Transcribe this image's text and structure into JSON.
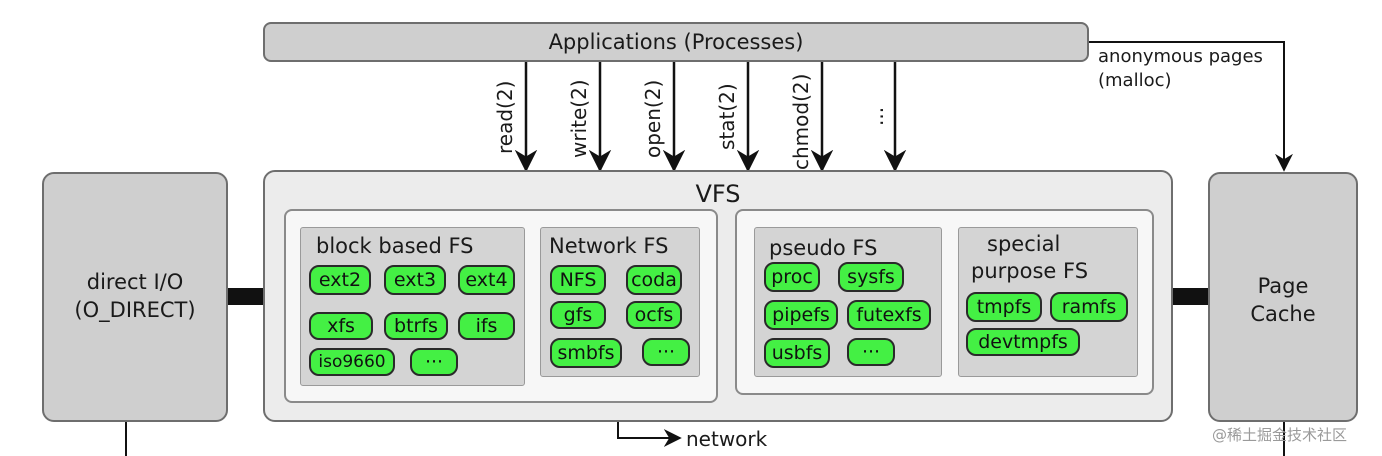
{
  "applications": {
    "label": "Applications (Processes)"
  },
  "anonymous_pages": {
    "line1": "anonymous pages",
    "line2": "(malloc)"
  },
  "syscalls": [
    "read(2)",
    "write(2)",
    "open(2)",
    "stat(2)",
    "chmod(2)",
    "..."
  ],
  "direct_io": {
    "line1": "direct I/O",
    "line2": "(O_DIRECT)"
  },
  "page_cache": {
    "line1": "Page",
    "line2": "Cache"
  },
  "vfs": {
    "title": "VFS"
  },
  "block_fs": {
    "title": "block based FS",
    "items": [
      "ext2",
      "ext3",
      "ext4",
      "xfs",
      "btrfs",
      "ifs",
      "iso9660",
      "···"
    ]
  },
  "network_fs": {
    "title": "Network FS",
    "items": [
      "NFS",
      "coda",
      "gfs",
      "ocfs",
      "smbfs",
      "···"
    ]
  },
  "pseudo_fs": {
    "title": "pseudo FS",
    "items": [
      "proc",
      "sysfs",
      "pipefs",
      "futexfs",
      "usbfs",
      "···"
    ]
  },
  "special_fs": {
    "title_line1": "special",
    "title_line2": "purpose FS",
    "items": [
      "tmpfs",
      "ramfs",
      "devtmpfs"
    ]
  },
  "network_label": "network",
  "watermark": "@稀土掘金技术社区",
  "colors": {
    "box_gray": "#cfcfcf",
    "fs_green": "#44f044",
    "outline": "#6e6e6e"
  }
}
